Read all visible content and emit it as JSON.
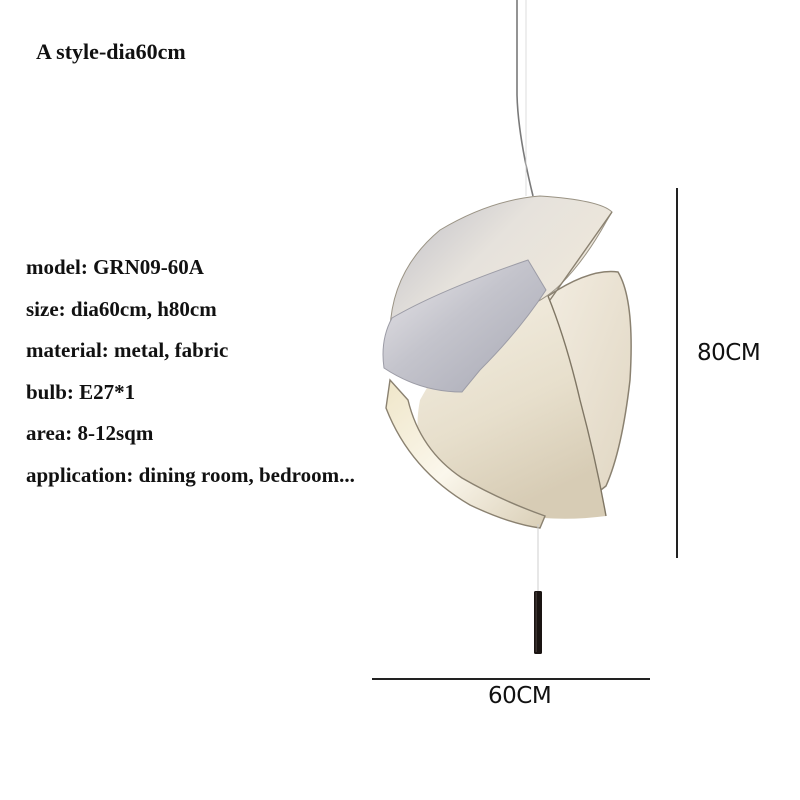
{
  "header": {
    "title": "A style-dia60cm"
  },
  "specs": [
    {
      "label": "model",
      "value": "GRN09-60A",
      "text": "model: GRN09-60A"
    },
    {
      "label": "size",
      "value": "dia60cm, h80cm",
      "text": "size: dia60cm, h80cm"
    },
    {
      "label": "material",
      "value": "metal, fabric",
      "text": "material: metal, fabric"
    },
    {
      "label": "bulb",
      "value": "E27*1",
      "text": "bulb: E27*1"
    },
    {
      "label": "area",
      "value": "8-12sqm",
      "text": "area: 8-12sqm"
    },
    {
      "label": "application",
      "value": "dining room, bedroom...",
      "text": "application: dining room, bedroom..."
    }
  ],
  "dimensions": {
    "height_label": "80CM",
    "width_label": "60CM"
  },
  "product_image": {
    "description": "pendant-lamp",
    "colors": {
      "shade_grey": "#b9bac4",
      "fabric_cream": "#ece4d2",
      "edge": "#8a8170",
      "pull_weight": "#1a1412",
      "cable": "#7a7a7a"
    }
  }
}
